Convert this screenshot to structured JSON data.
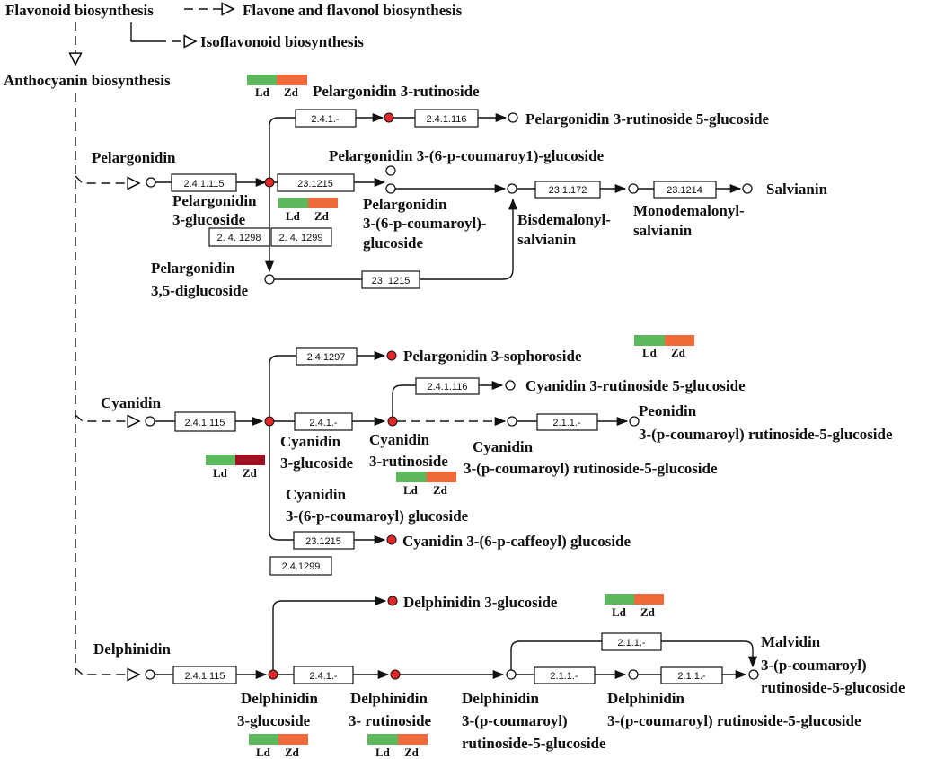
{
  "colors": {
    "accumulated_node": "#e52727",
    "ld_green": "#5cb85c",
    "zd_orange": "#f0693a",
    "zd_darkred": "#a01020"
  },
  "pathways": {
    "flavonoid": "Flavonoid biosynthesis",
    "flavone": "Flavone and flavonol biosynthesis",
    "isoflavonoid": "Isoflavonoid biosynthesis",
    "anthocyanin": "Anthocyanin biosynthesis"
  },
  "legend_labels": {
    "ld": "Ld",
    "zd": "Zd"
  },
  "compounds": {
    "pelargonidin": "Pelargonidin",
    "pg_3_rutinoside": "Pelargonidin 3-rutinoside",
    "pg_3_rut_5_glc": "Pelargonidin 3-rutinoside 5-glucoside",
    "pg_coumaroyl_glc_top": "Pelargonidin 3-(6-p-coumaroy1)-glucoside",
    "pg_3_glc_l1": "Pelargonidin",
    "pg_3_glc_l2": "3-glucoside",
    "pg_coum_l1": "Pelargonidin",
    "pg_coum_l2": "3-(6-p-coumaroyl)-",
    "pg_coum_l3": "glucoside",
    "bisdemalonyl_l1": "Bisdemalonyl-",
    "bisdemalonyl_l2": "salvianin",
    "monodemalonyl_l1": "Monodemalonyl-",
    "monodemalonyl_l2": "salvianin",
    "salvianin": "Salvianin",
    "pg_diglc_l1": "Pelargonidin",
    "pg_diglc_l2": "3,5-diglucoside",
    "cyanidin": "Cyanidin",
    "pg_3_sophoroside": "Pelargonidin 3-sophoroside",
    "cy_3_rut_5_glc": "Cyanidin 3-rutinoside 5-glucoside",
    "peonidin_l1": "Peonidin",
    "peonidin_l2": "3-(p-coumaroyl) rutinoside-5-glucoside",
    "cy_3_glc_l1": "Cyanidin",
    "cy_3_glc_l2": "3-glucoside",
    "cy_3_rut_l1": "Cyanidin",
    "cy_3_rut_l2": "3-rutinoside",
    "cy_coum_rut_l1": "Cyanidin",
    "cy_coum_rut_l2": "3-(p-coumaroyl) rutinoside-5-glucoside",
    "cy_coum_glc_l1": "Cyanidin",
    "cy_coum_glc_l2": "3-(6-p-coumaroyl) glucoside",
    "cy_caffeoyl": "Cyanidin 3-(6-p-caffeoyl) glucoside",
    "delphinidin": "Delphinidin",
    "dp_3_glc_top": "Delphinidin 3-glucoside",
    "malvidin_l1": "Malvidin",
    "malvidin_l2": "3-(p-coumaroyl)",
    "malvidin_l3": "rutinoside-5-glucoside",
    "dp_3_glc_l1": "Delphinidin",
    "dp_3_glc_l2": "3-glucoside",
    "dp_3_rut_l1": "Delphinidin",
    "dp_3_rut_l2": "3- rutinoside",
    "dp_coum_l1": "Delphinidin",
    "dp_coum_l2": "3-(p-coumaroyl)",
    "dp_coum_l3": "rutinoside-5-glucoside",
    "dp_coum2_l1": "Delphinidin",
    "dp_coum2_l2": "3-(p-coumaroyl) rutinoside-5-glucoside"
  },
  "enzymes": {
    "pg_a": "2.4.1.115",
    "pg_b": "2.4.1.-",
    "pg_c": "2.4.1.116",
    "pg_d": "23.1215",
    "pg_e": "23.1.172",
    "pg_f": "23.1214",
    "pg_g": "2. 4. 1298",
    "pg_h": "2. 4. 1299",
    "pg_i": "23. 1215",
    "cy_a": "2.4.1.115",
    "cy_b": "2.4.1297",
    "cy_c": "2.4.1.116",
    "cy_d": "2.4.1.-",
    "cy_e": "2.1.1.-",
    "cy_f": "23.1215",
    "cy_g": "2.4.1299",
    "dp_a": "2.4.1.115",
    "dp_b": "2.4.1.-",
    "dp_c": "2.1.1.-",
    "dp_d": "2.1.1.-",
    "dp_e": "2.1.1.-"
  }
}
